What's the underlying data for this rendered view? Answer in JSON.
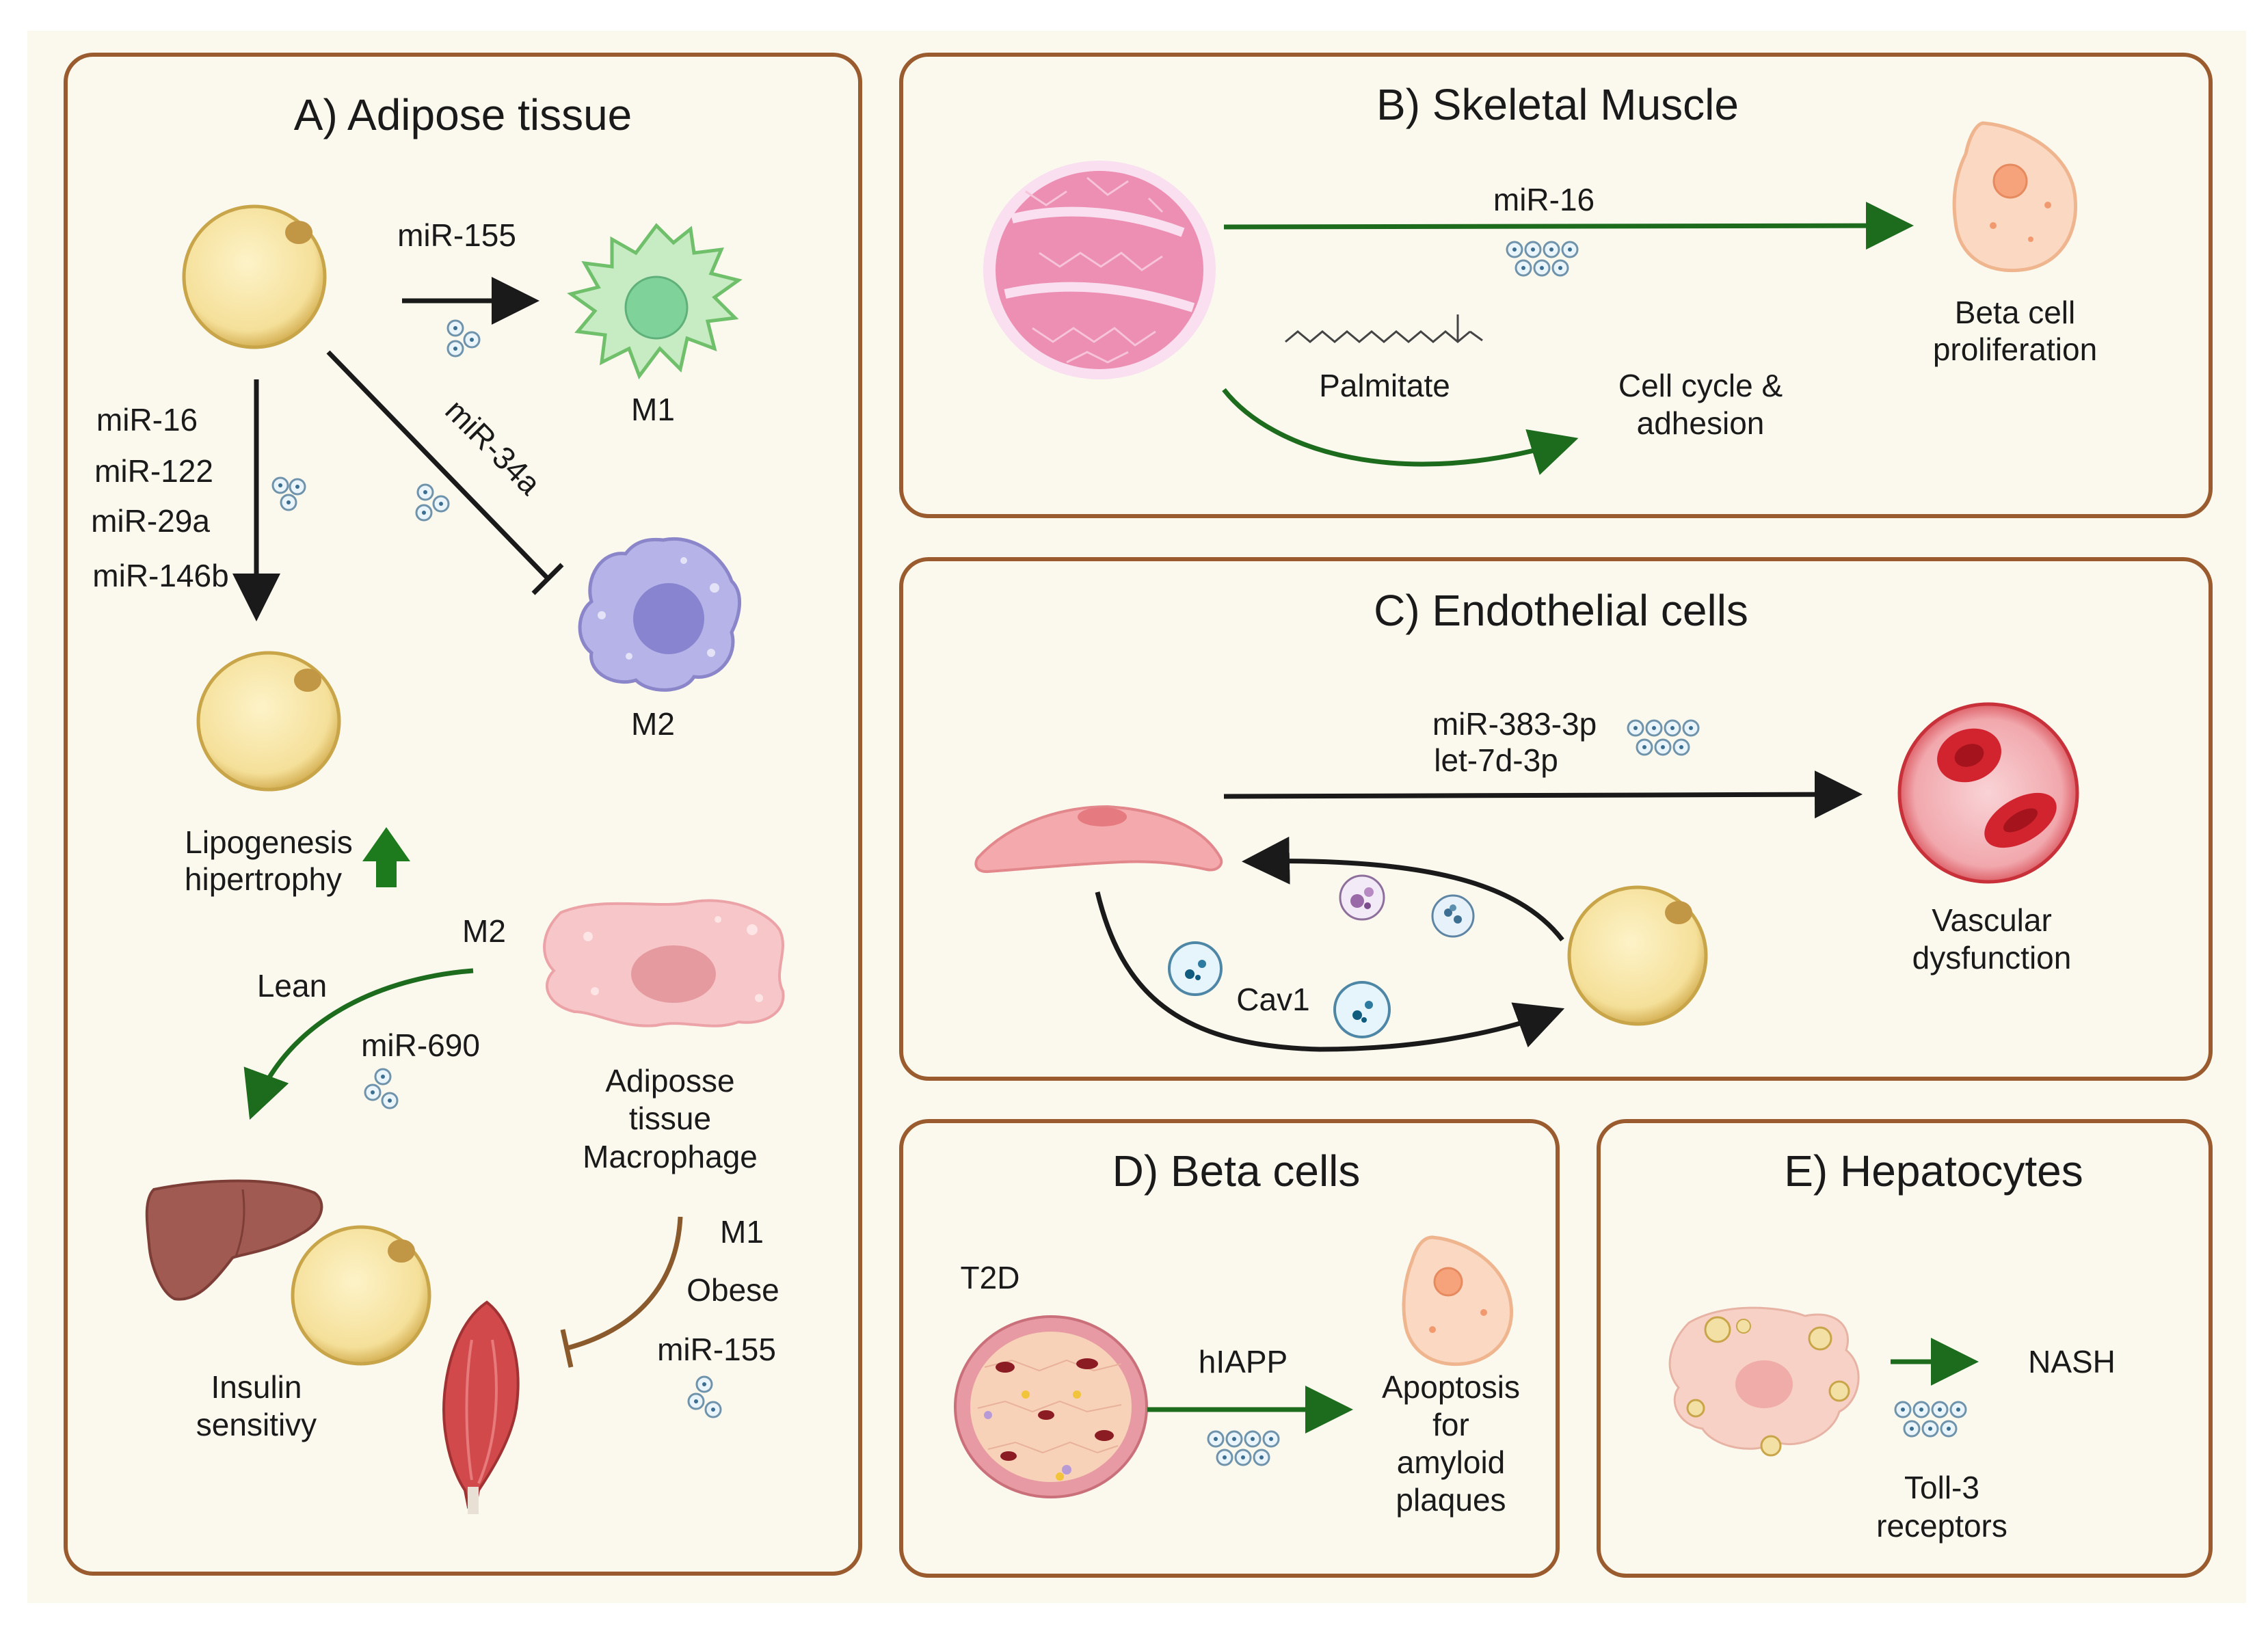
{
  "colors": {
    "background": "#fbf9ee",
    "panel_border": "#9a5b2e",
    "arrow_black": "#1a1a1a",
    "arrow_green": "#1d6b1d",
    "arrow_brown": "#8a5a2c",
    "fat_cell": "#f7e7a6",
    "fat_cell_edge": "#c9a54a"
  },
  "panels": {
    "a": {
      "title": "A) Adipose tissue",
      "mir_155_top": "miR-155",
      "m1_label": "M1",
      "mir_34a": "miR-34a",
      "m2_label": "M2",
      "mir_list": [
        "miR-16",
        "miR-122",
        "miR-29a",
        "miR-146b"
      ],
      "lipogenesis": [
        "Lipogenesis",
        "hipertrophy"
      ],
      "m2_lean_label": "M2",
      "lean_label": "Lean",
      "mir_690": "miR-690",
      "macrophage": [
        "Adiposse",
        "tissue",
        "Macrophage"
      ],
      "m1_obese_label": "M1",
      "obese_label": "Obese",
      "mir_155_bottom": "miR-155",
      "insulin": [
        "Insulin",
        "sensitivy"
      ]
    },
    "b": {
      "title": "B) Skeletal Muscle",
      "mir_16": "miR-16",
      "beta_prolif": [
        "Beta cell",
        "proliferation"
      ],
      "palmitate": "Palmitate",
      "cell_cycle": [
        "Cell cycle &",
        "adhesion"
      ]
    },
    "c": {
      "title": "C) Endothelial cells",
      "mirs": [
        "miR-383-3p",
        "let-7d-3p"
      ],
      "cav1": "Cav1",
      "vascular": [
        "Vascular",
        "dysfunction"
      ]
    },
    "d": {
      "title": "D) Beta cells",
      "t2d": "T2D",
      "hiapp": "hIAPP",
      "apoptosis": [
        "Apoptosis",
        "for",
        "amyloid",
        "plaques"
      ]
    },
    "e": {
      "title": "E) Hepatocytes",
      "nash": "NASH",
      "toll": [
        "Toll-3",
        "receptors"
      ]
    }
  }
}
